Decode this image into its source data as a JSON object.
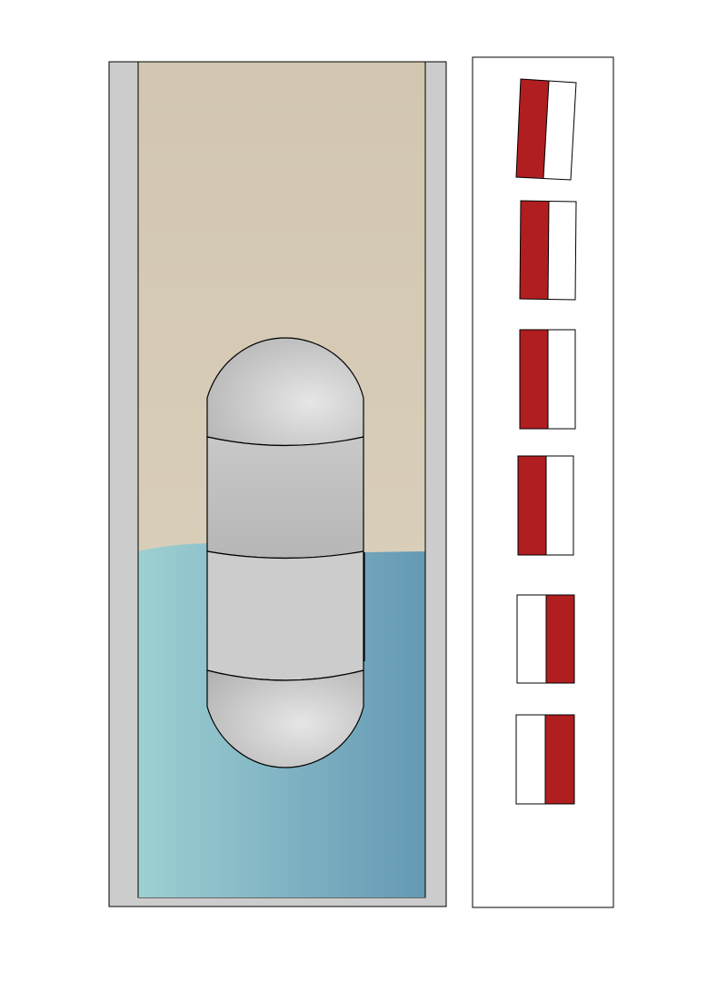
{
  "colors": {
    "tube_wall": "#cccccc",
    "air_top": "#d2c6b0",
    "air_bottom": "#ddd3bf",
    "water_left": "#9dd0d2",
    "water_right": "#6499b4",
    "capsule_light": "#e4e4e4",
    "capsule_dark": "#b4b4b4",
    "capsule_band": "#cccccc",
    "indicator_red": "#b01e20",
    "outline": "#000000"
  },
  "indicators": [
    {
      "red_side": "left"
    },
    {
      "red_side": "left"
    },
    {
      "red_side": "left"
    },
    {
      "red_side": "left"
    },
    {
      "red_side": "right"
    },
    {
      "red_side": "right"
    }
  ]
}
